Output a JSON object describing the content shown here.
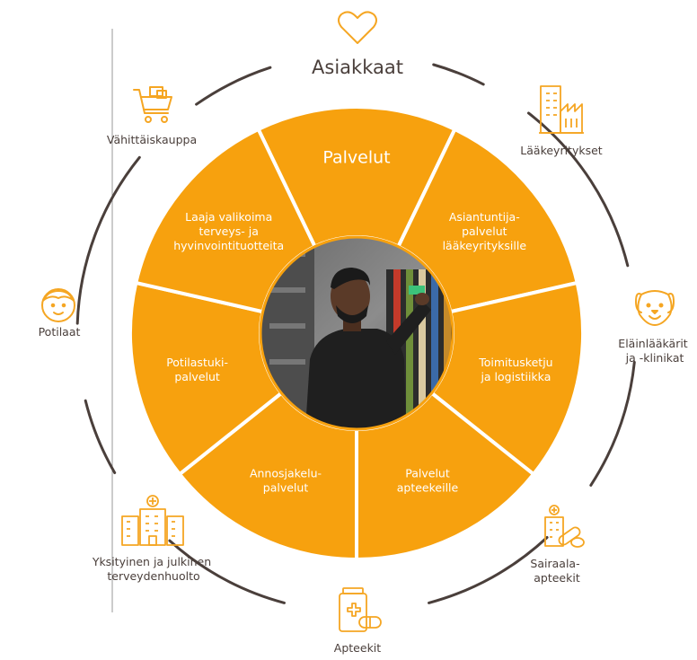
{
  "ring": {
    "title": "Asiakkaat",
    "customers": [
      {
        "id": "vahittaiskauppa",
        "label": [
          "Vähittäiskauppa"
        ],
        "icon": "shopping-cart-icon"
      },
      {
        "id": "laakeyritykset",
        "label": [
          "Lääkeyritykset"
        ],
        "icon": "office-factory-buildings-icon"
      },
      {
        "id": "elainlaakarit",
        "label": [
          "Eläinlääkärit",
          "ja -klinikat"
        ],
        "icon": "dog-face-icon"
      },
      {
        "id": "sairaala-apteekit",
        "label": [
          "Sairaala-",
          "apteekit"
        ],
        "icon": "hospital-pills-icon"
      },
      {
        "id": "apteekit",
        "label": [
          "Apteekit"
        ],
        "icon": "medicine-jar-icon"
      },
      {
        "id": "terveydenhuolto",
        "label": [
          "Yksityinen ja julkinen",
          "terveydenhuolto"
        ],
        "icon": "hospital-building-icon"
      },
      {
        "id": "potilaat",
        "label": [
          "Potilaat"
        ],
        "icon": "patient-face-icon"
      }
    ],
    "top_icon": "heart-icon"
  },
  "wheel": {
    "colors": {
      "segment": "#F7A10E",
      "divider": "#FFFFFF",
      "ring": "#4A3F3B",
      "icon": "#F5A623",
      "text": "#4A3F3B"
    },
    "segments": [
      {
        "id": "palvelut",
        "label": [
          "Palvelut"
        ],
        "title": true
      },
      {
        "id": "asiantuntija",
        "label": [
          "Asiantuntija-",
          "palvelut",
          "lääkeyrityksille"
        ]
      },
      {
        "id": "toimitusketju",
        "label": [
          "Toimitusketju",
          "ja logistiikka"
        ]
      },
      {
        "id": "palvelut-apteekeille",
        "label": [
          "Palvelut",
          "apteekeille"
        ]
      },
      {
        "id": "annosjakelu",
        "label": [
          "Annosjakelu-",
          "palvelut"
        ]
      },
      {
        "id": "potilastuki",
        "label": [
          "Potilastuki-",
          "palvelut"
        ]
      },
      {
        "id": "laaja-valikoima",
        "label": [
          "Laaja valikoima",
          "terveys- ja",
          "hyvinvointituotteita"
        ]
      }
    ],
    "center_photo": "pharmacy-worker-photo"
  }
}
